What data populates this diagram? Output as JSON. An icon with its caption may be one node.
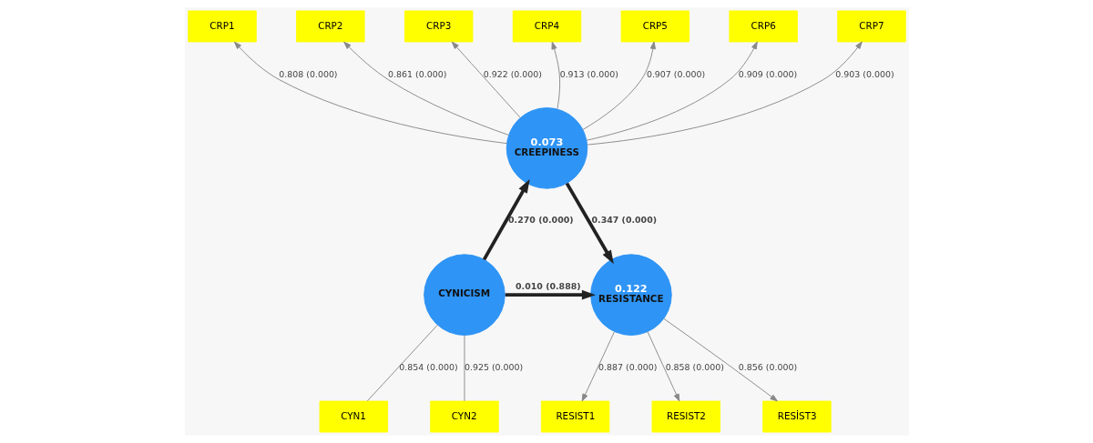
{
  "diagram": {
    "nodes": [
      {
        "text": [
          "CRP1"
        ]
      },
      {
        "text": [
          "CRP2"
        ]
      },
      {
        "text": [
          "CRP3"
        ]
      },
      {
        "text": [
          "CRP4"
        ]
      },
      {
        "text": [
          "CRP5"
        ]
      },
      {
        "text": [
          "CRP6"
        ]
      },
      {
        "text": [
          "CRP7"
        ]
      },
      {
        "text": [
          "0.073",
          "CREEPINESS"
        ]
      },
      {
        "text": [
          "CYN1"
        ]
      },
      {
        "text": [
          "CYN2"
        ]
      },
      {
        "text": [
          "CYNICISM"
        ]
      },
      {
        "text": [
          "0.122",
          "RESISTANCE"
        ]
      },
      {
        "text": [
          "RESIST1"
        ]
      },
      {
        "text": [
          "RESIST2"
        ]
      },
      {
        "text": [
          "RESİST3"
        ]
      }
    ],
    "edges": [
      {
        "from": 7,
        "to": 0,
        "arrow": "to",
        "label": "0.808 (0.000)"
      },
      {
        "from": 7,
        "to": 1,
        "arrow": "to",
        "label": "0.861 (0.000)"
      },
      {
        "from": 7,
        "to": 2,
        "arrow": "to",
        "label": "0.922 (0.000)"
      },
      {
        "from": 7,
        "to": 3,
        "arrow": "to",
        "label": "0.913 (0.000)"
      },
      {
        "from": 7,
        "to": 4,
        "arrow": "to",
        "label": "0.907 (0.000)"
      },
      {
        "from": 7,
        "to": 5,
        "arrow": "to",
        "label": "0.909 (0.000)"
      },
      {
        "from": 7,
        "to": 6,
        "arrow": "to",
        "label": "0.903 (0.000)"
      },
      {
        "from": 10,
        "to": 8,
        "arrow": "none",
        "label": "0.854 (0.000)"
      },
      {
        "from": 10,
        "to": 9,
        "arrow": "none",
        "label": "0.925 (0.000)"
      },
      {
        "from": 10,
        "to": 7,
        "arrow": "to",
        "label": "0.270 (0.000)",
        "style": "thick",
        "color": "#222222"
      },
      {
        "from": 7,
        "to": 11,
        "arrow": "to",
        "label": "0.347 (0.000)",
        "style": "thick",
        "color": "#222222"
      },
      {
        "from": 10,
        "to": 11,
        "arrow": "to",
        "label": "0.010 (0.888)",
        "style": "thick",
        "color": "#222222"
      },
      {
        "from": 11,
        "to": 12,
        "arrow": "to",
        "label": "0.887 (0.000)"
      },
      {
        "from": 11,
        "to": 13,
        "arrow": "to",
        "label": "0.858 (0.000)"
      },
      {
        "from": 11,
        "to": 14,
        "arrow": "to",
        "label": "0.856 (0.000)"
      }
    ]
  }
}
